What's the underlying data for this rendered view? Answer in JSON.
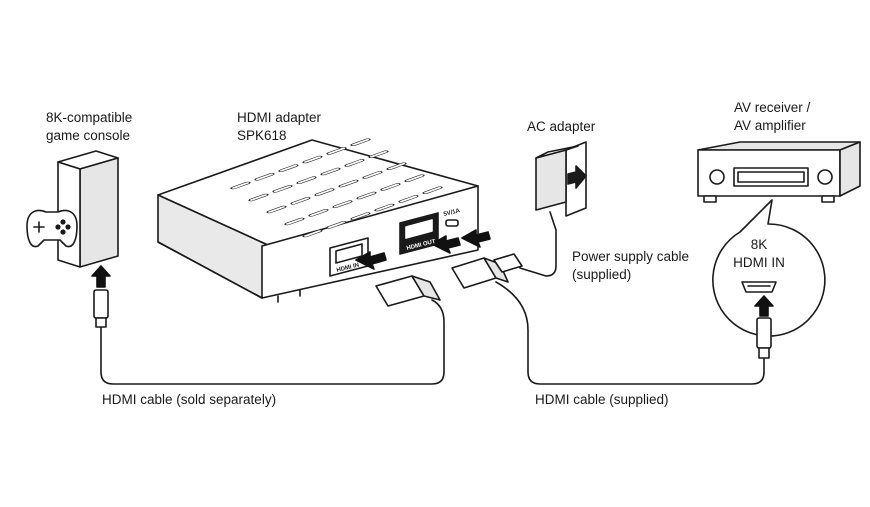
{
  "labels": {
    "console": [
      "8K-compatible",
      "game console"
    ],
    "adapter": [
      "HDMI adapter",
      "SPK618"
    ],
    "ac_adapter": "AC adapter",
    "receiver": [
      "AV receiver /",
      "AV amplifier"
    ],
    "power_cable": [
      "Power supply cable",
      "(supplied)"
    ],
    "hdmi_in": [
      "8K",
      "HDMI IN"
    ],
    "cable_sold": "HDMI cable (sold separately)",
    "cable_supplied": "HDMI cable (supplied)"
  },
  "port_labels": {
    "hdmi_in_port": "HDMI IN",
    "hdmi_out_port": "HDMI OUT",
    "power_port": "5V/1A"
  },
  "colors": {
    "line": "#1a1a1a",
    "device_fill": "#ffffff",
    "device_shade": "#e6e6e6",
    "arrow": "#111111"
  }
}
